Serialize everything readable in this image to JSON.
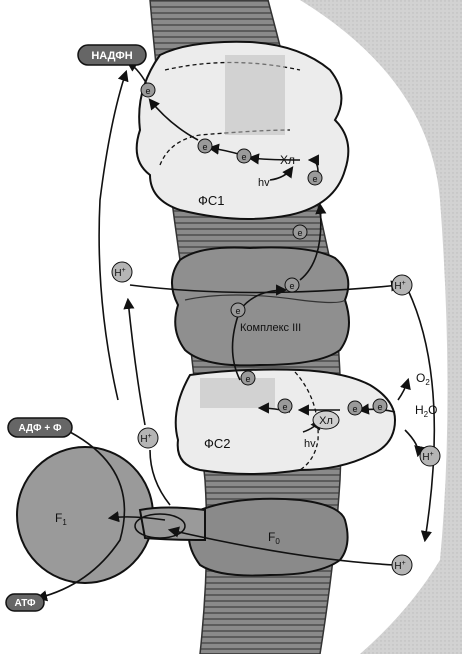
{
  "labels": {
    "nadph": "НАДФН",
    "ps1": "ФС1",
    "ps2": "ФС2",
    "complex3": "Комплекс III",
    "chl": "Хл",
    "hv": "hv",
    "electron": "е",
    "proton": "Н",
    "proton_sup": "+",
    "o2": "O",
    "o2_sub": "2",
    "h2o": "H",
    "h2o_sub": "2",
    "h2o_tail": "O",
    "adp": "АДФ + Ф",
    "atp": "АТФ",
    "f1": "F",
    "f1_sub": "1",
    "f0": "F",
    "f0_sub": "0"
  },
  "colors": {
    "background_gray": "#cfcfcf",
    "membrane_dark": "#7c7c7c",
    "membrane_stripe": "#5a5a5a",
    "complex_light": "#efefef",
    "complex_dark": "#8a8a8a",
    "token_fill": "#9a9a9a",
    "ink": "#111111"
  },
  "icons": {
    "electron_token": "electron-circle-icon",
    "proton_token": "proton-circle-icon",
    "arrow": "arrow-icon"
  }
}
